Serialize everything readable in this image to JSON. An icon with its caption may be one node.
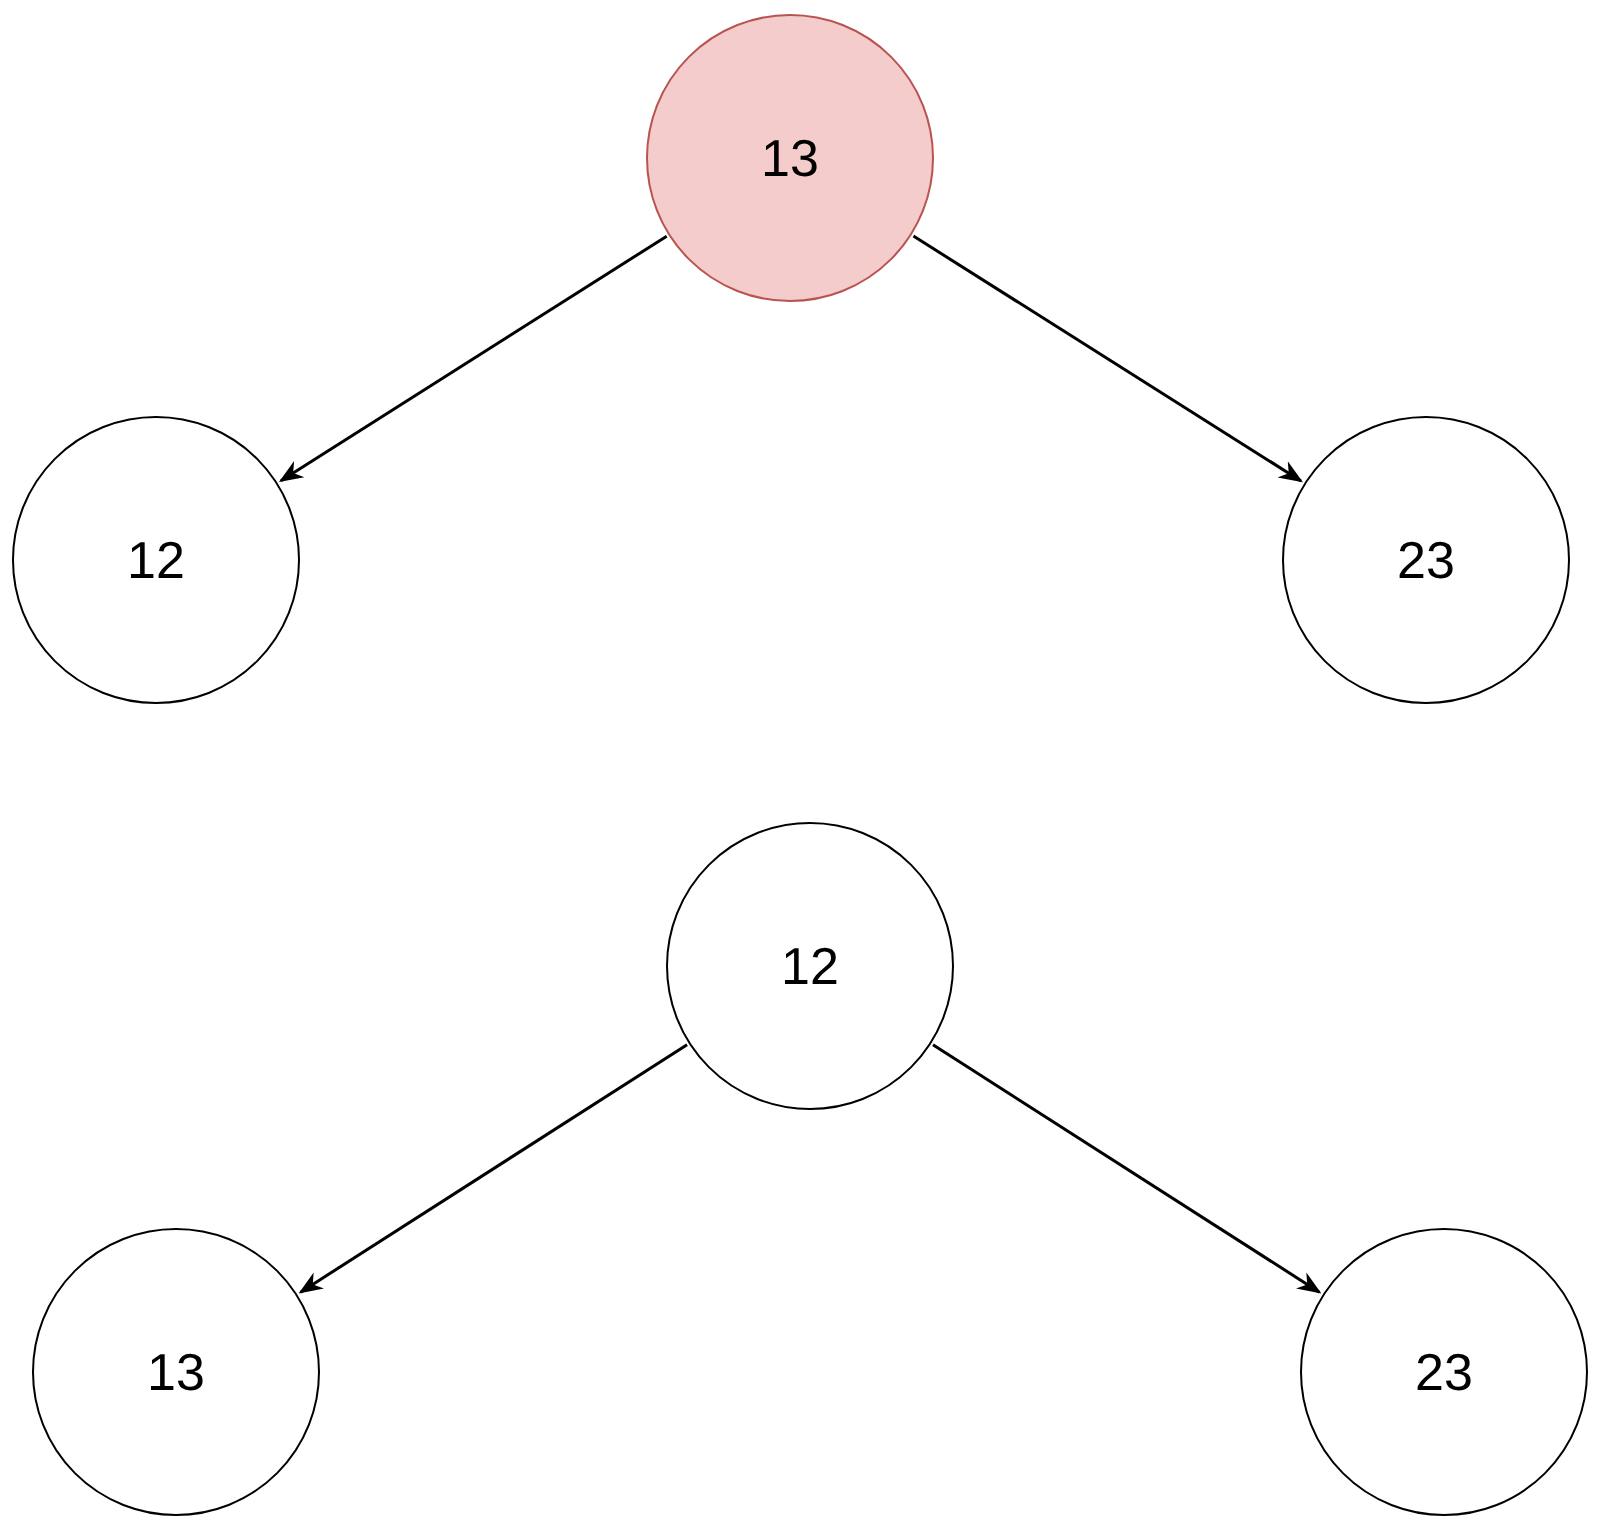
{
  "diagram": {
    "nodes": [
      {
        "text": [
          "13"
        ]
      },
      {
        "text": [
          "12"
        ]
      },
      {
        "text": [
          "23"
        ]
      },
      {
        "text": [
          "12"
        ]
      },
      {
        "text": [
          "13"
        ]
      },
      {
        "text": [
          "23"
        ]
      }
    ],
    "edges": [
      {
        "from": 0,
        "to": 1,
        "arrow": "to"
      },
      {
        "from": 0,
        "to": 2,
        "arrow": "to"
      },
      {
        "from": 3,
        "to": 4,
        "arrow": "to"
      },
      {
        "from": 3,
        "to": 5,
        "arrow": "to"
      }
    ]
  }
}
